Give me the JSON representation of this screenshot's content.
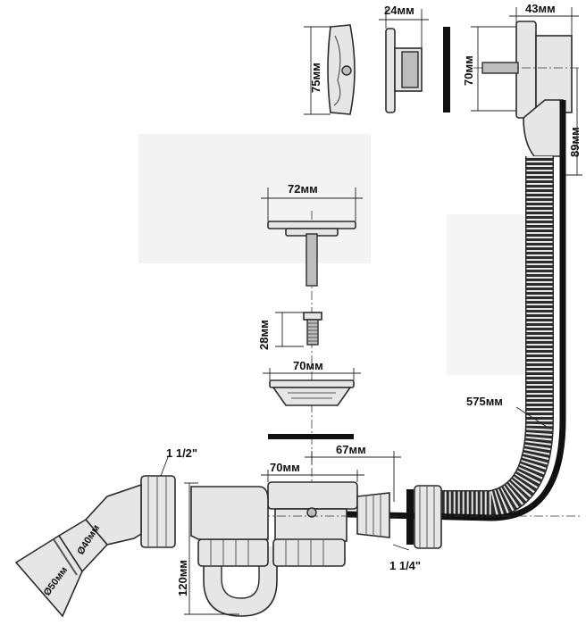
{
  "labels": {
    "plate_height": "75мм",
    "overflow_depth": "24мм",
    "overflow_height": "70мм",
    "top_width": "43мм",
    "overflow_drop": "89мм",
    "stopper_width": "72мм",
    "screw_length": "28мм",
    "strainer_width": "70мм",
    "offset_67": "67мм",
    "body_width": "70мм",
    "hose_length": "575мм",
    "thread_large": "1 1/2\"",
    "thread_small": "1 1/4\"",
    "pipe_40": "Ø40мм",
    "pipe_50": "Ø50мм",
    "trap_height": "120мм"
  },
  "colors": {
    "line": "#2b2b2b",
    "hose": "#111111",
    "fill": "#e6e6e6"
  }
}
